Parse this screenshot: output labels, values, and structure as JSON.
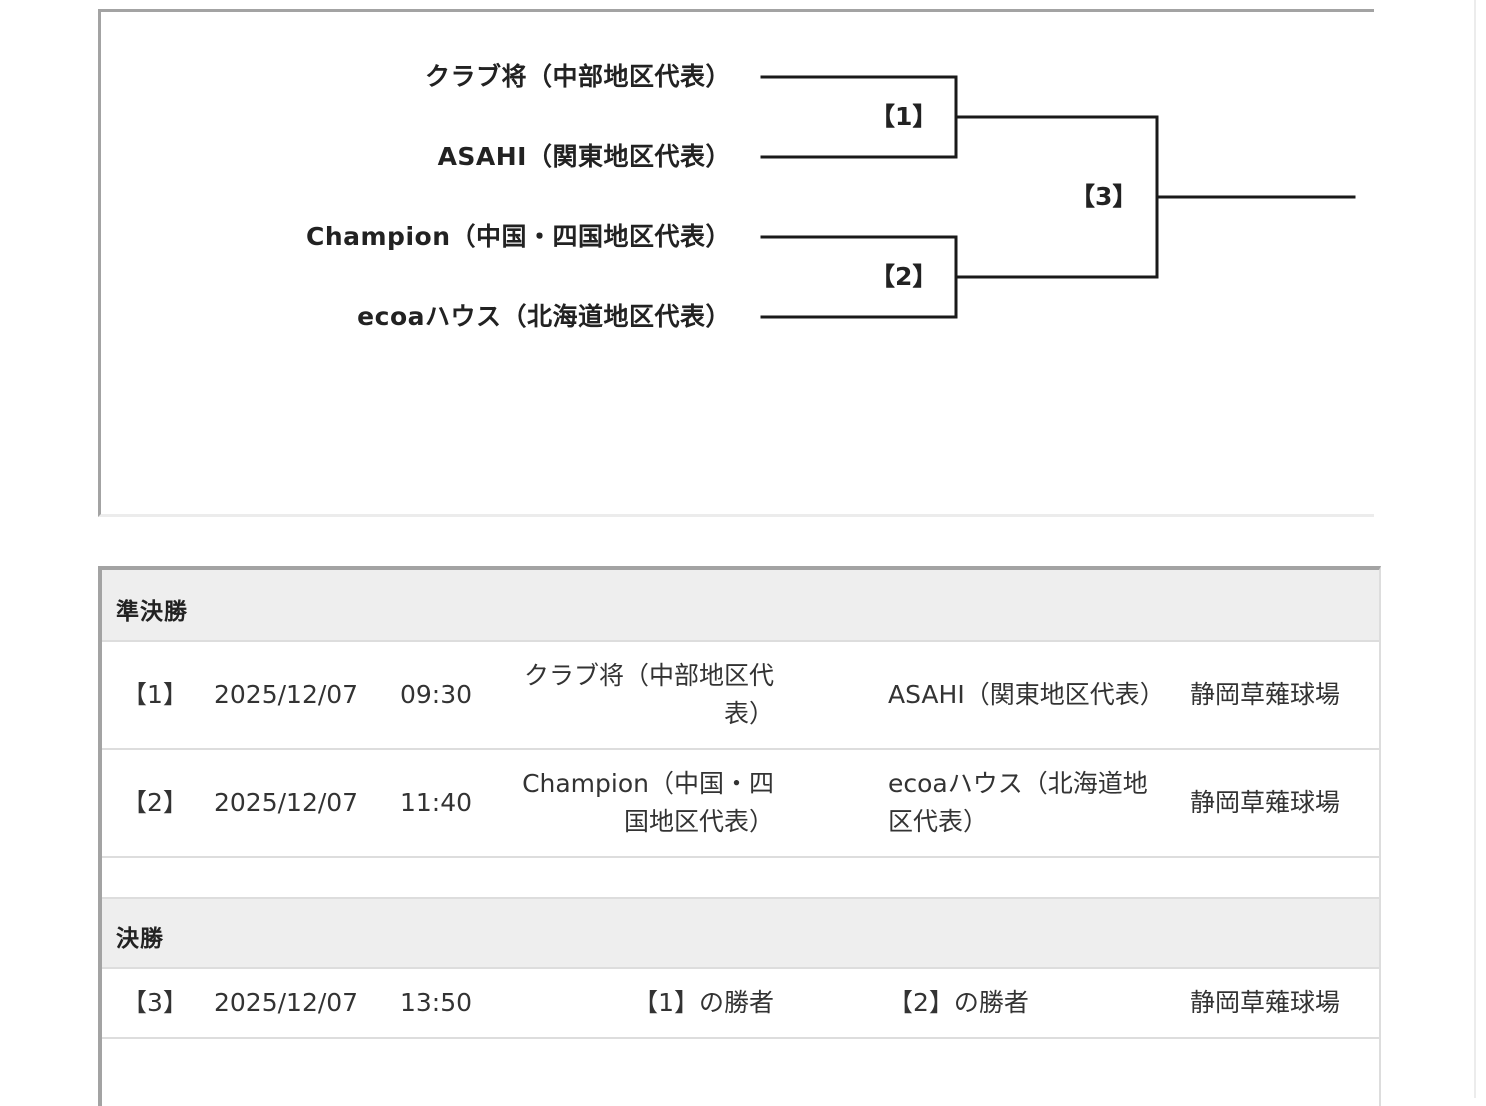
{
  "bracket": {
    "teams": [
      "クラブ将（中部地区代表）",
      "ASAHI（関東地区代表）",
      "Champion（中国・四国地区代表）",
      "ecoaハウス（北海道地区代表）"
    ],
    "match_labels": [
      "【1】",
      "【2】",
      "【3】"
    ]
  },
  "schedule": {
    "rounds": [
      {
        "title": "準決勝",
        "matches": [
          {
            "no": "【1】",
            "date": "2025/12/07",
            "time": "09:30",
            "home": "クラブ将（中部地区代表）",
            "away": "ASAHI（関東地区代表）",
            "venue": "静岡草薙球場"
          },
          {
            "no": "【2】",
            "date": "2025/12/07",
            "time": "11:40",
            "home": "Champion（中国・四国地区代表）",
            "away": "ecoaハウス（北海道地区代表）",
            "venue": "静岡草薙球場"
          }
        ]
      },
      {
        "title": "決勝",
        "matches": [
          {
            "no": "【3】",
            "date": "2025/12/07",
            "time": "13:50",
            "home": "【1】の勝者",
            "away": "【2】の勝者",
            "venue": "静岡草薙球場"
          }
        ]
      }
    ]
  }
}
